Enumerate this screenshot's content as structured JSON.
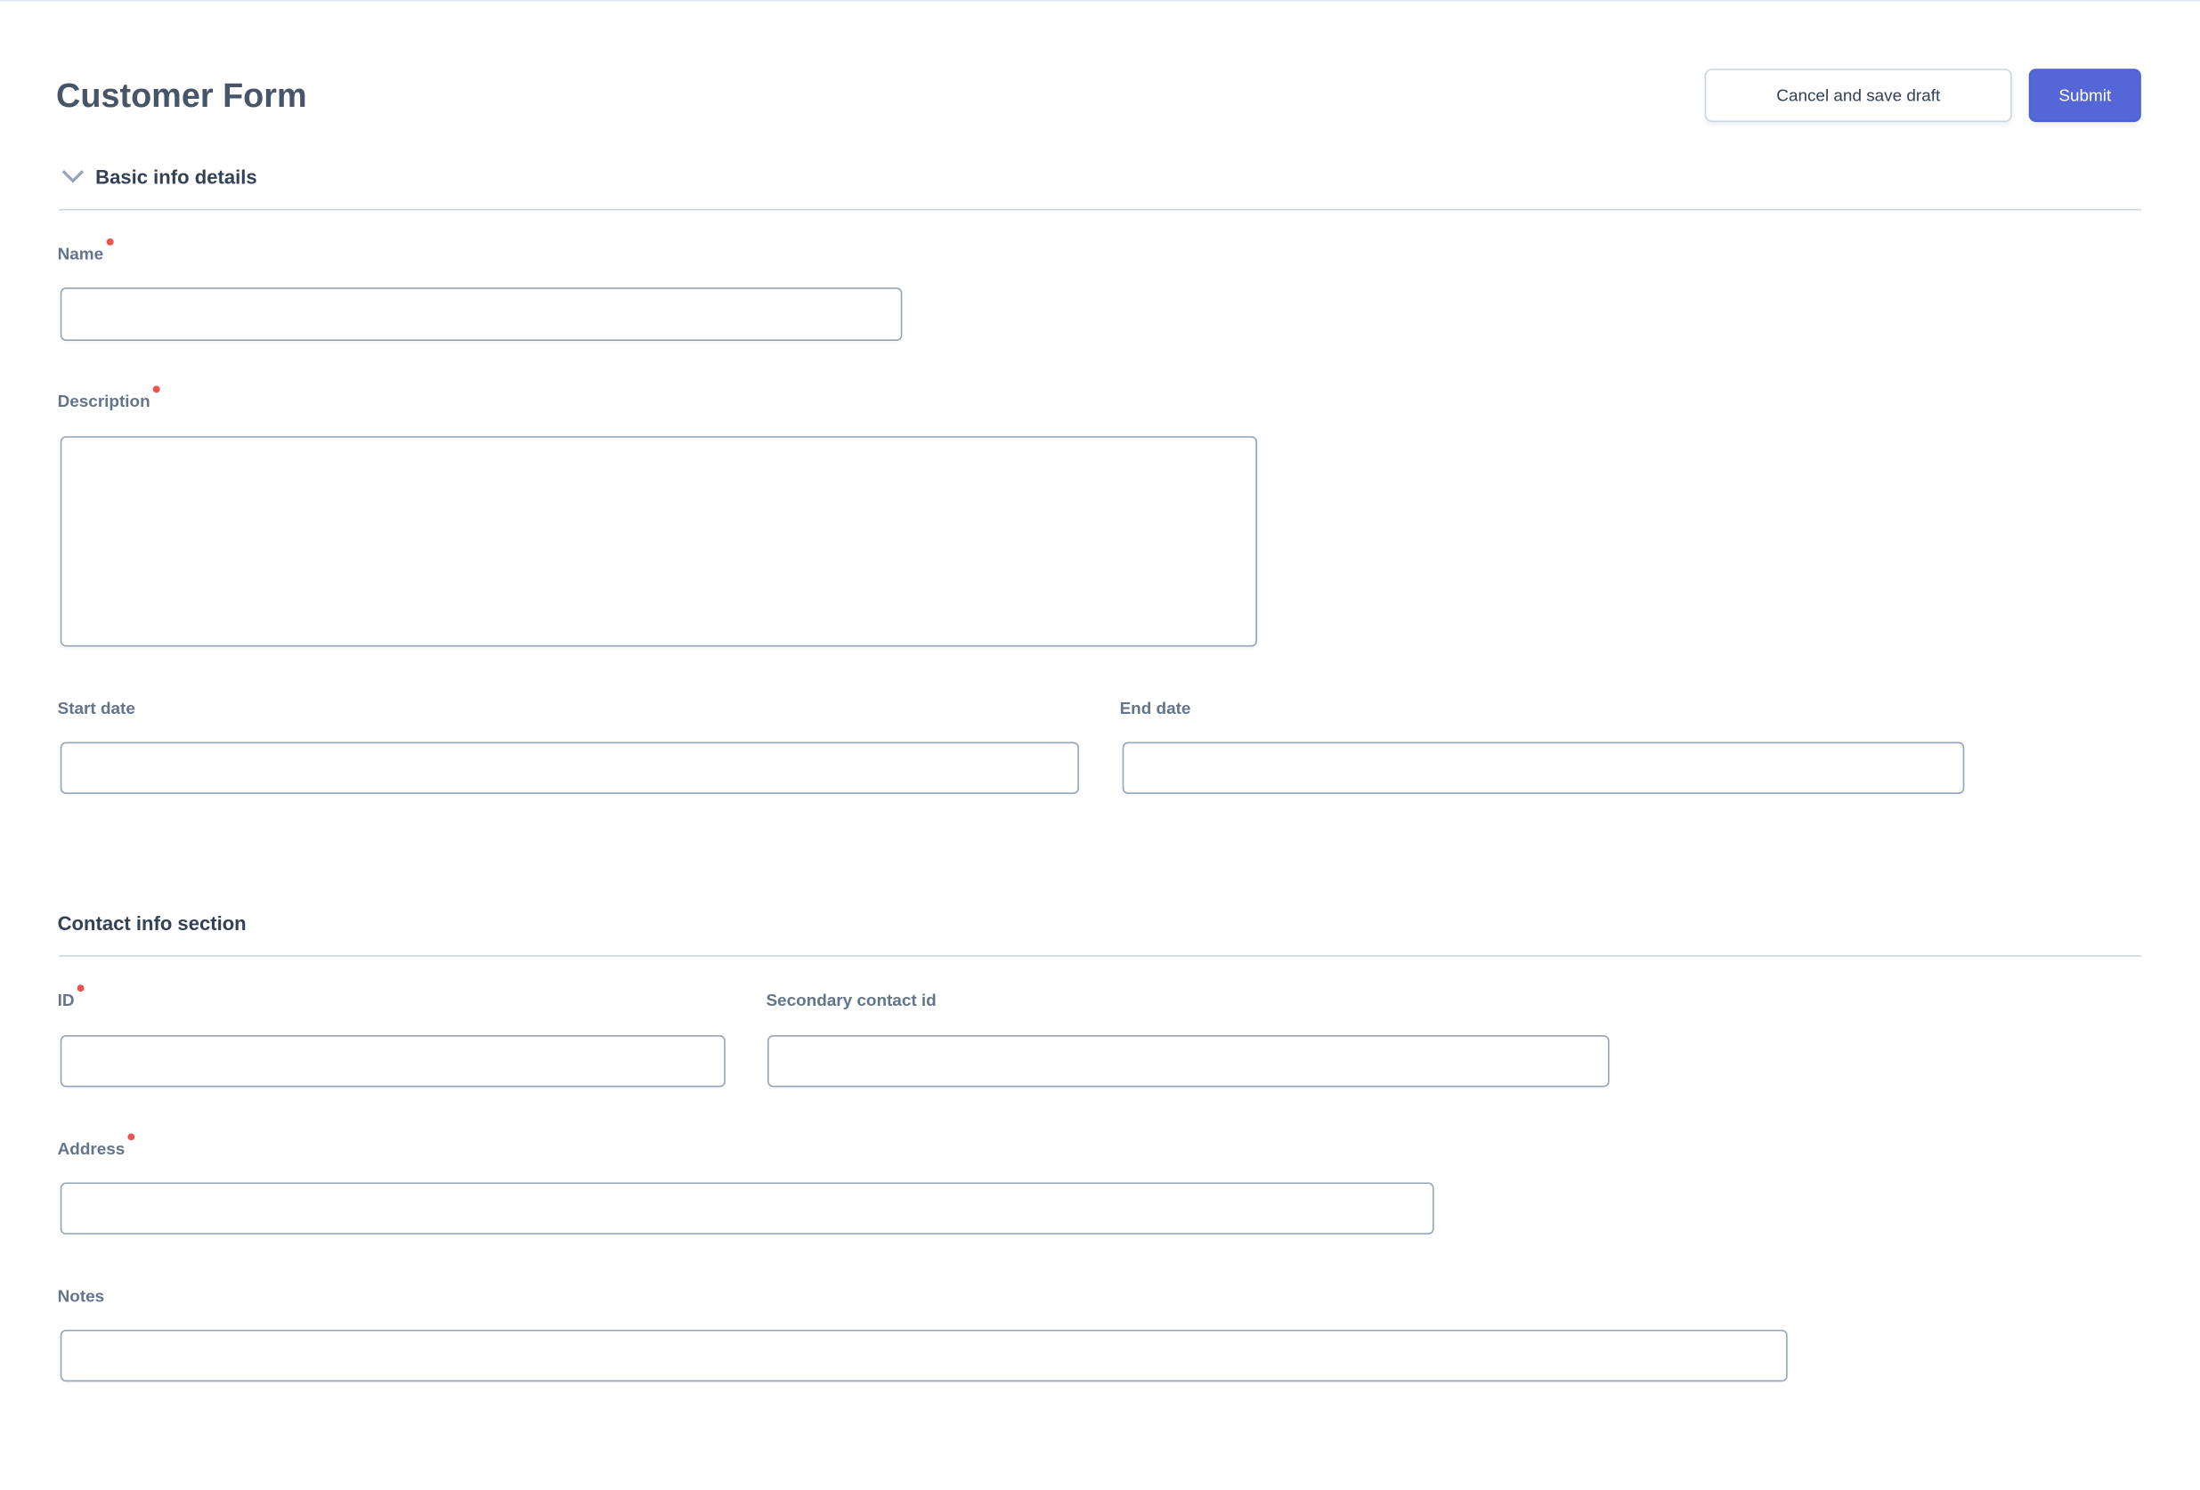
{
  "header": {
    "title": "Customer Form",
    "secondary_button": "Cancel and save draft",
    "primary_button": "Submit"
  },
  "sections": [
    {
      "title": "Basic info details",
      "icon": "chevron-down-icon",
      "fields": [
        {
          "label": "Name",
          "required": true,
          "value": ""
        },
        {
          "label": "Description",
          "required": true,
          "value": ""
        },
        {
          "label": "Start date",
          "required": false,
          "value": ""
        },
        {
          "label": "End date",
          "required": false,
          "value": ""
        }
      ]
    },
    {
      "title": "Contact info section",
      "fields": [
        {
          "label": "ID",
          "required": true,
          "value": ""
        },
        {
          "label": "Secondary contact id",
          "required": false,
          "value": ""
        },
        {
          "label": "Address",
          "required": true,
          "value": ""
        },
        {
          "label": "Notes",
          "required": false,
          "value": ""
        }
      ]
    }
  ],
  "colors": {
    "primary": "#5567d6",
    "required": "#ef5350",
    "label": "#64748b",
    "border": "#94a3b8"
  }
}
